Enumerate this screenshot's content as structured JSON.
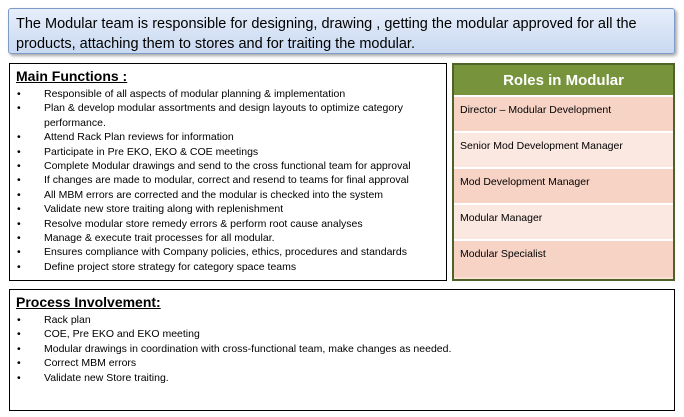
{
  "intro": {
    "text": "The Modular team is responsible for  designing, drawing , getting the modular approved for all the products, attaching them to stores and for traiting the modular."
  },
  "main_functions": {
    "title": "Main Functions :",
    "items": [
      "Responsible of all aspects of modular planning & implementation",
      "Plan & develop modular assortments and design layouts to optimize category performance.",
      "Attend Rack Plan reviews for information",
      "Participate in Pre EKO, EKO & COE meetings",
      "Complete Modular drawings and send to the cross functional team for approval",
      "If changes are made to modular, correct and resend to teams for final approval",
      "All MBM errors are corrected and the modular is checked into the system",
      "Validate new store traiting along with replenishment",
      "Resolve modular store remedy errors & perform root cause analyses",
      "Manage & execute trait processes for all modular.",
      "Ensures compliance with Company policies,  ethics, procedures and standards",
      "Define project store strategy for category space teams"
    ]
  },
  "roles": {
    "title": "Roles in Modular",
    "items": [
      "Director – Modular Development",
      "Senior Mod Development Manager",
      "Mod Development Manager",
      "Modular Manager",
      "Modular Specialist"
    ],
    "header_color": "#77933c",
    "row_color": "#f7d3c5"
  },
  "process": {
    "title": "Process Involvement:",
    "items": [
      "Rack plan",
      "COE, Pre EKO and EKO meeting",
      "Modular drawings  in coordination with cross-functional team, make changes as needed.",
      "Correct MBM errors",
      "Validate new Store traiting."
    ]
  },
  "bullet_glyph": "•"
}
